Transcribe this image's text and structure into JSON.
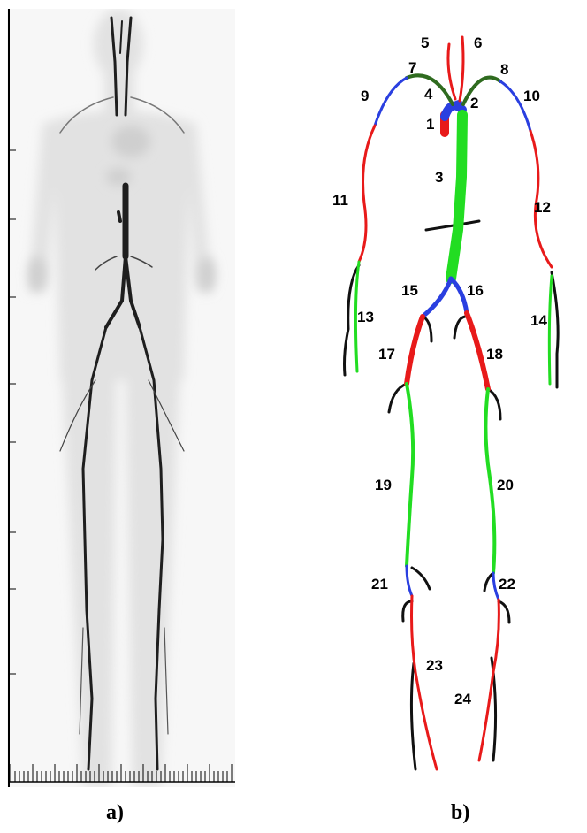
{
  "captions": {
    "panel_a": "a)",
    "panel_b": "b)"
  },
  "colors": {
    "red": "#e81a1a",
    "green": "#22dd22",
    "blue": "#2a3fe0",
    "dark_green": "#2f6b1f",
    "black": "#111111",
    "scan_gray": "#dcdcdc",
    "vessel_dark": "#1a1a1a"
  },
  "segments": [
    {
      "label": "1",
      "color": "red"
    },
    {
      "label": "2",
      "color": "blue"
    },
    {
      "label": "3",
      "color": "green"
    },
    {
      "label": "4",
      "color": "blue"
    },
    {
      "label": "5",
      "color": "red"
    },
    {
      "label": "6",
      "color": "red"
    },
    {
      "label": "7",
      "color": "dark_green"
    },
    {
      "label": "8",
      "color": "dark_green"
    },
    {
      "label": "9",
      "color": "blue"
    },
    {
      "label": "10",
      "color": "blue"
    },
    {
      "label": "11",
      "color": "red"
    },
    {
      "label": "12",
      "color": "red"
    },
    {
      "label": "13",
      "color": "green"
    },
    {
      "label": "14",
      "color": "green"
    },
    {
      "label": "15",
      "color": "blue"
    },
    {
      "label": "16",
      "color": "blue"
    },
    {
      "label": "17",
      "color": "red"
    },
    {
      "label": "18",
      "color": "red"
    },
    {
      "label": "19",
      "color": "green"
    },
    {
      "label": "20",
      "color": "green"
    },
    {
      "label": "21",
      "color": "blue"
    },
    {
      "label": "22",
      "color": "blue"
    },
    {
      "label": "23",
      "color": "red"
    },
    {
      "label": "24",
      "color": "red"
    }
  ]
}
